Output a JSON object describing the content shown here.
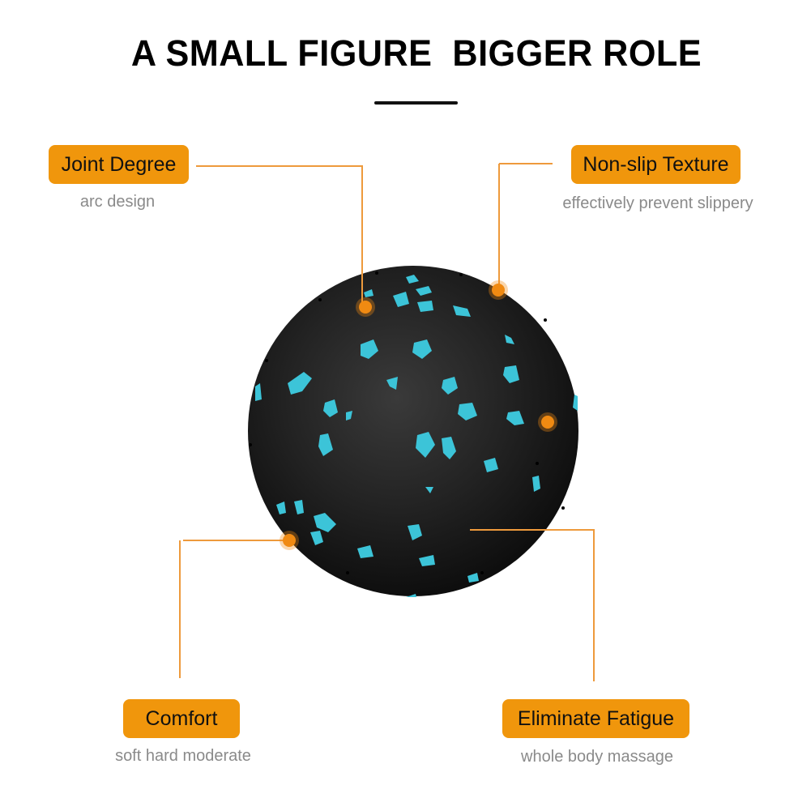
{
  "header": {
    "title": "A SMALL FIGURE  BIGGER ROLE"
  },
  "features": [
    {
      "label": "Joint Degree",
      "description": "arc design",
      "position": "top-left"
    },
    {
      "label": "Non-slip Texture",
      "description": "effectively prevent slippery",
      "position": "top-right"
    },
    {
      "label": "Comfort",
      "description": "soft hard moderate",
      "position": "bottom-left"
    },
    {
      "label": "Eliminate Fatigue",
      "description": "whole body massage",
      "position": "bottom-right"
    }
  ],
  "product": {
    "name": "massage-ball-icon",
    "base_color": "#1a1a1a",
    "speckle_color": "#3cc4d8"
  },
  "colors": {
    "accent": "#f0960c",
    "callout_line": "#ee9a3c",
    "description_text": "#8a8a8a",
    "title_text": "#000000"
  }
}
